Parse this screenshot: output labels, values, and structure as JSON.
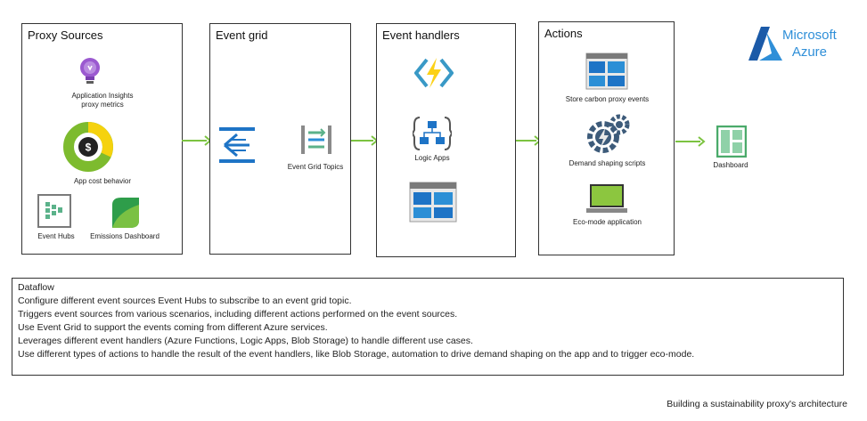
{
  "panels": {
    "proxy_sources": {
      "title": "Proxy Sources",
      "app_insights": "Application Insights\nproxy metrics",
      "app_cost": "App cost behavior",
      "event_hubs": "Event Hubs",
      "emissions_dashboard": "Emissions Dashboard"
    },
    "event_grid": {
      "title": "Event grid",
      "topics": "Event Grid Topics"
    },
    "event_handlers": {
      "title": "Event handlers",
      "logic_apps": "Logic Apps"
    },
    "actions": {
      "title": "Actions",
      "store": "Store carbon proxy events",
      "demand": "Demand shaping scripts",
      "eco": "Eco-mode application"
    }
  },
  "dashboard_label": "Dashboard",
  "logo": {
    "line1": "Microsoft",
    "line2": "Azure",
    "color": "#2f8fd8"
  },
  "dataflow": {
    "heading": "Dataflow",
    "lines": [
      "Configure different event sources Event Hubs to subscribe to an event grid topic.",
      "Triggers event sources from various scenarios, including different actions performed on the event sources.",
      "Use Event Grid to support the events coming from different Azure services.",
      "Leverages different event handlers (Azure Functions, Logic Apps, Blob Storage) to handle different use cases.",
      "Use different types of actions to handle the result of the event handlers, like Blob Storage, automation to drive demand shaping on the app and to trigger eco-mode."
    ]
  },
  "caption": "Building a sustainability proxy's architecture",
  "colors": {
    "arrow": "#7cc341",
    "azure_blue": "#1e74c6",
    "green": "#6ab73d"
  }
}
